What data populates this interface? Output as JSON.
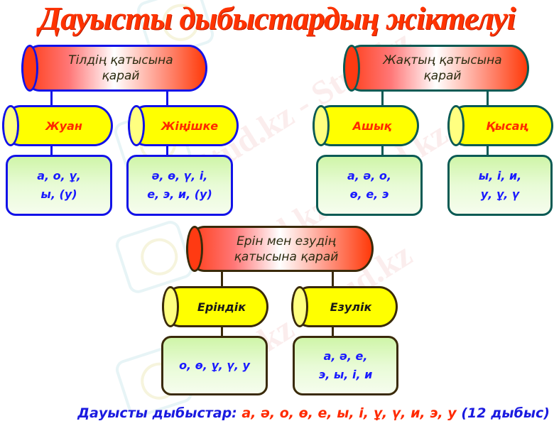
{
  "title": "Дауысты дыбыстардың жіктелуі",
  "colors": {
    "title": "#ff3300",
    "category_red": "#ff3a12",
    "subcategory_yellow": "#ffff00",
    "leaf_green": "#cff5a8",
    "vowel_blue": "#1a1aff",
    "label_red": "#ff2a00"
  },
  "groups": [
    {
      "label": "Тілдің қатысына қарай",
      "line1": "Тілдің қатысына",
      "line2": "қарай",
      "children": [
        {
          "label": "Жуан",
          "vowels_line1": "а, о, ұ,",
          "vowels_line2": "ы, (у)"
        },
        {
          "label": "Жіңішке",
          "vowels_line1": "ә, ө, ү, і,",
          "vowels_line2": "е, э, и, (у)"
        }
      ]
    },
    {
      "label": "Жақтың қатысына қарай",
      "line1": "Жақтың қатысына",
      "line2": "қарай",
      "children": [
        {
          "label": "Ашық",
          "vowels_line1": "а, ә, о,",
          "vowels_line2": "ө, е, э"
        },
        {
          "label": "Қысаң",
          "vowels_line1": "ы, і, и,",
          "vowels_line2": "у, ұ, ү"
        }
      ]
    },
    {
      "label": "Ерін мен езудің қатысына қарай",
      "line1": "Ерін мен езудің",
      "line2": "қатысына қарай",
      "children": [
        {
          "label": "Еріндік",
          "vowels_line1": "о, ө, ұ, ү, у",
          "vowels_line2": ""
        },
        {
          "label": "Езулік",
          "vowels_line1": "а, ә, е,",
          "vowels_line2": "э, ы, і, и"
        }
      ]
    }
  ],
  "footer": {
    "label": "Дауысты дыбыстар:",
    "vowels": "а, ә, о, ө, е, ы, і, ұ, ү, и, э, у",
    "count": "(12 дыбыс)"
  },
  "watermark": "Stud.kz - Stud.kz"
}
